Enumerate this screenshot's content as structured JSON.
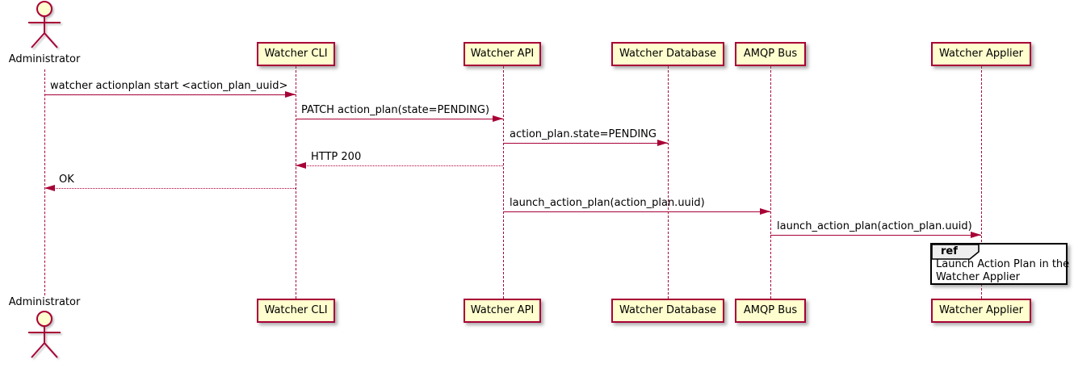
{
  "diagram_type": "sequence",
  "actor": {
    "label": "Administrator"
  },
  "participants": [
    {
      "label": "Watcher CLI"
    },
    {
      "label": "Watcher API"
    },
    {
      "label": "Watcher Database"
    },
    {
      "label": "AMQP Bus"
    },
    {
      "label": "Watcher Applier"
    }
  ],
  "messages": [
    {
      "label": "watcher actionplan start <action_plan_uuid>",
      "from": "Administrator",
      "to": "Watcher CLI",
      "line": "solid"
    },
    {
      "label": "PATCH action_plan(state=PENDING)",
      "from": "Watcher CLI",
      "to": "Watcher API",
      "line": "solid"
    },
    {
      "label": "action_plan.state=PENDING",
      "from": "Watcher API",
      "to": "Watcher Database",
      "line": "solid"
    },
    {
      "label": "HTTP 200",
      "from": "Watcher API",
      "to": "Watcher CLI",
      "line": "dashed"
    },
    {
      "label": "OK",
      "from": "Watcher CLI",
      "to": "Administrator",
      "line": "dashed"
    },
    {
      "label": "launch_action_plan(action_plan.uuid)",
      "from": "Watcher API",
      "to": "AMQP Bus",
      "line": "solid"
    },
    {
      "label": "launch_action_plan(action_plan.uuid)",
      "from": "AMQP Bus",
      "to": "Watcher Applier",
      "line": "solid"
    }
  ],
  "ref_fragment": {
    "keyword": "ref",
    "line1": "Launch Action Plan in the",
    "line2": "Watcher Applier",
    "over": "Watcher Applier"
  },
  "colors": {
    "accent": "#A80036",
    "participant_fill": "#FEFECE",
    "ref_tab_fill": "#EEEEEE",
    "ref_border": "#000000",
    "text": "#000000",
    "background": "#FFFFFF"
  }
}
